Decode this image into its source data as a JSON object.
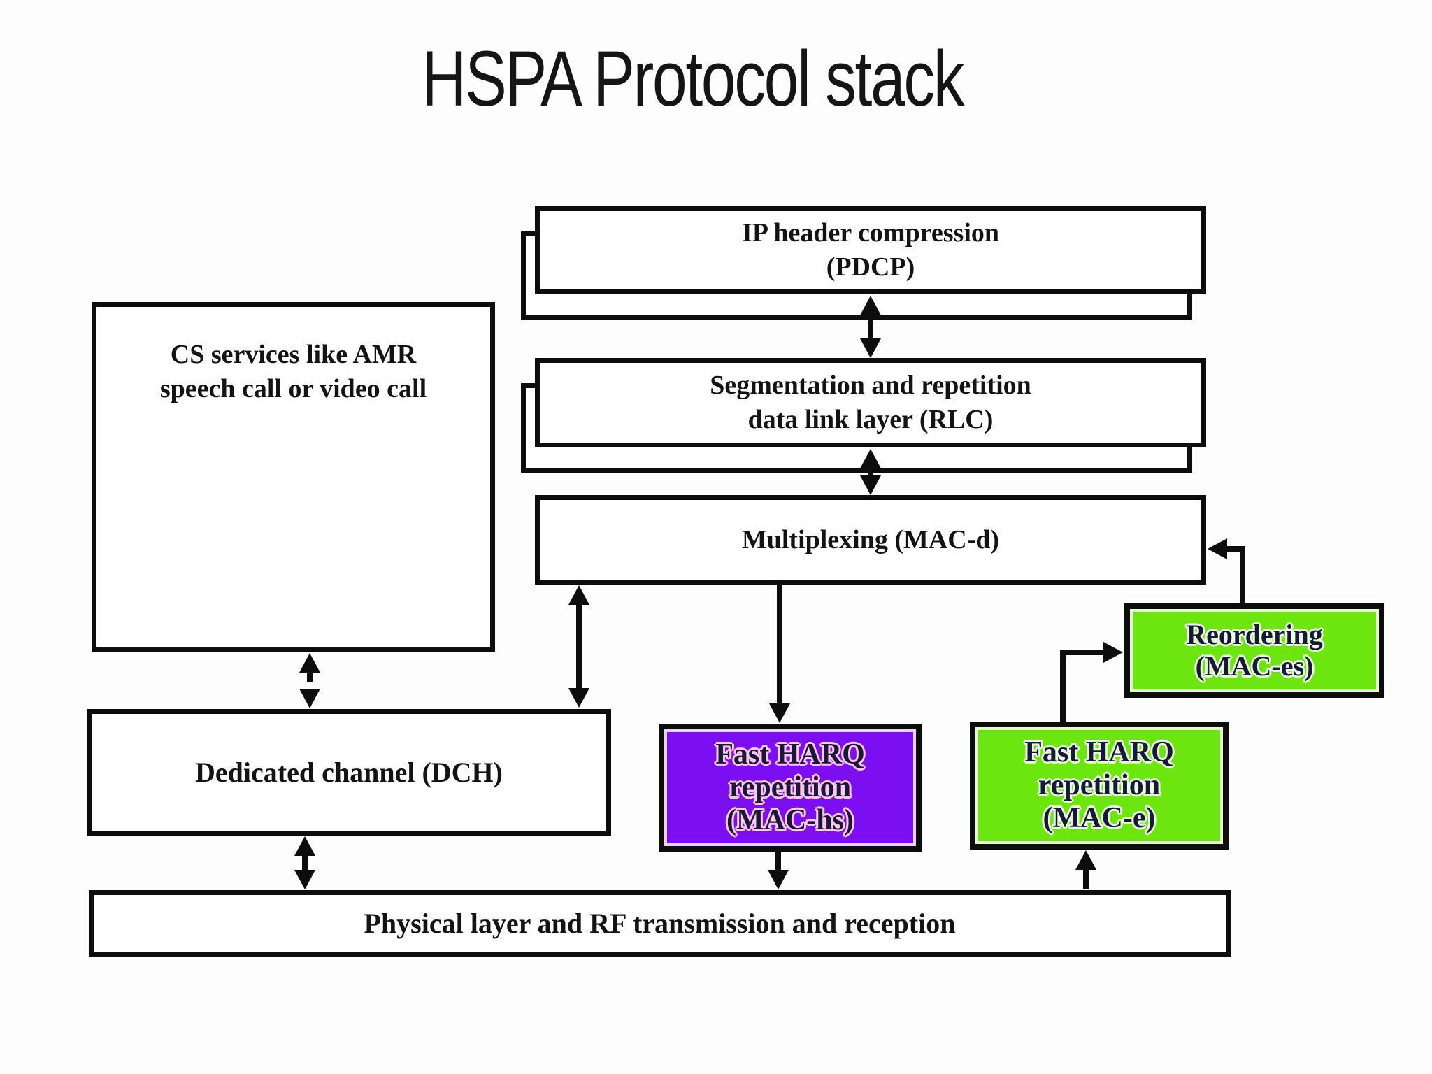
{
  "title": "HSPA Protocol stack",
  "boxes": {
    "pdcp": {
      "label": "IP header compression\n(PDCP)"
    },
    "rlc": {
      "label": "Segmentation and repetition\ndata link layer (RLC)"
    },
    "macd": {
      "label": "Multiplexing (MAC-d)"
    },
    "cs": {
      "label": "CS services like AMR\nspeech call or video call"
    },
    "dch": {
      "label": "Dedicated channel (DCH)"
    },
    "machs": {
      "label": "Fast HARQ\nrepetition\n(MAC-hs)"
    },
    "mace": {
      "label": "Fast HARQ\nrepetition\n(MAC-e)"
    },
    "maces": {
      "label": "Reordering\n(MAC-es)"
    },
    "phy": {
      "label": "Physical layer and RF transmission and reception"
    }
  },
  "colors": {
    "purple": "#7c0ff1",
    "green": "#6de60f",
    "line": "#0d0d0d"
  }
}
